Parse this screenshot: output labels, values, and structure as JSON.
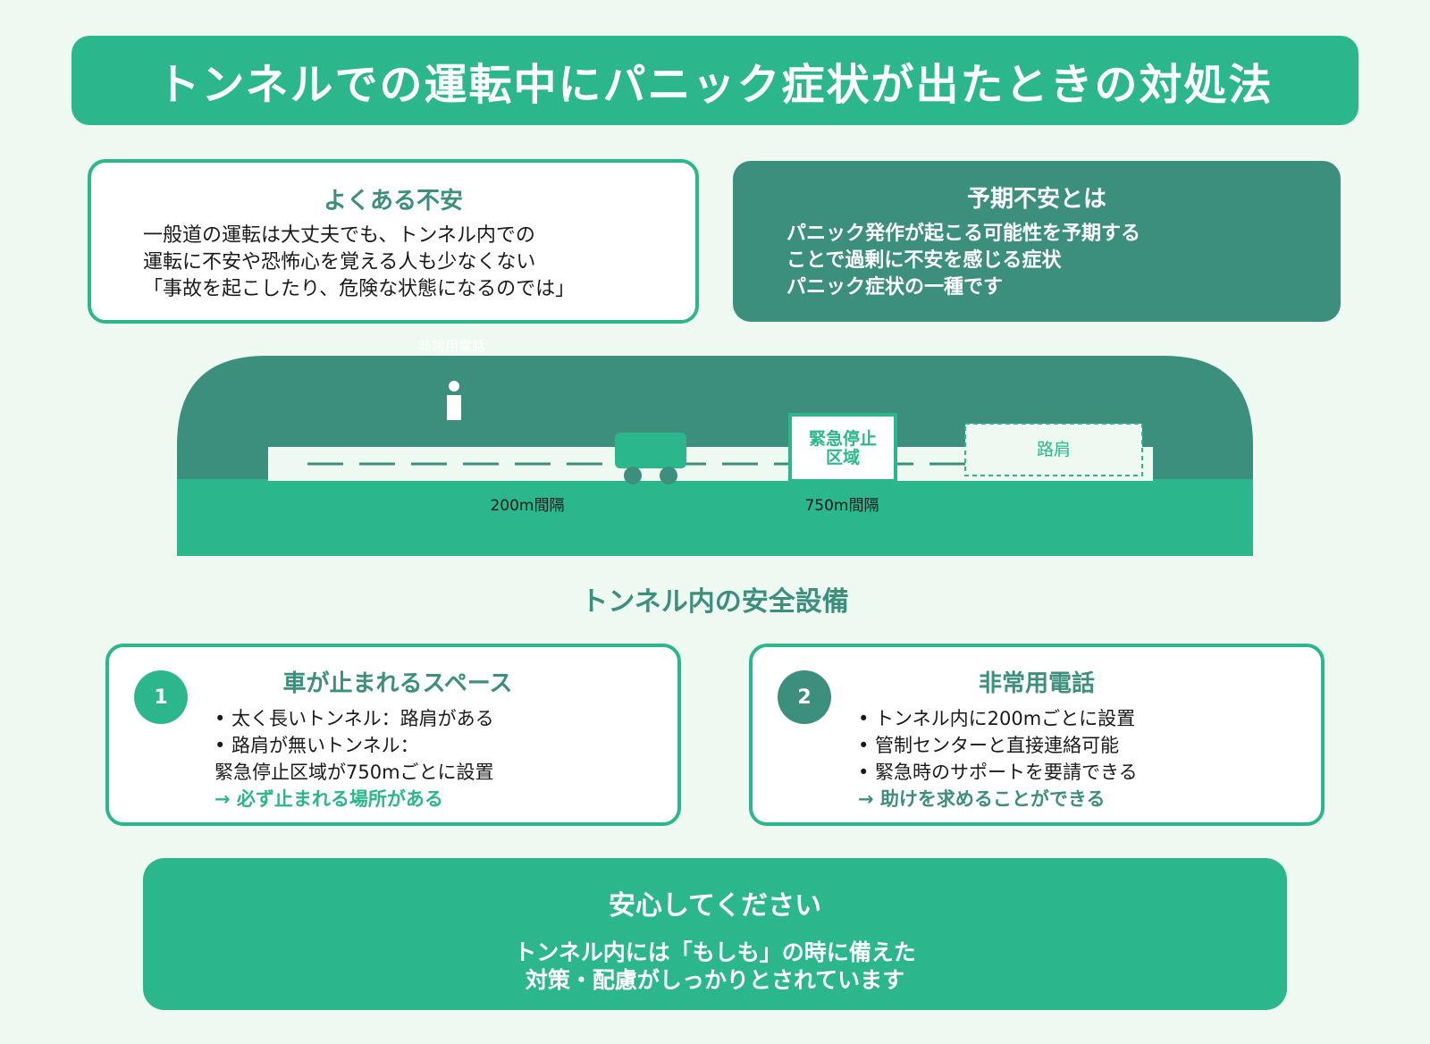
{
  "title": "トンネルでの運転中にパニック症状が出たときの対処法",
  "anxiety": {
    "heading": "よくある不安",
    "lines": [
      "一般道の運転は大丈夫でも、トンネル内での",
      "運転に不安や恐怖心を覚える人も少なくない",
      "「事故を起こしたり、危険な状態になるのでは」"
    ]
  },
  "anticipatory": {
    "heading": "予期不安とは",
    "lines": [
      "パニック発作が起こる可能性を予期する",
      "ことで過剰に不安を感じる症状",
      "パニック症状の一種です"
    ]
  },
  "tunnel": {
    "phone_label": "非常用電話",
    "interval_200": "200m間隔",
    "interval_750": "750m間隔",
    "emergency_zone": [
      "緊急停止",
      "区域"
    ],
    "shoulder": "路肩"
  },
  "section_title": "トンネル内の安全設備",
  "features": [
    {
      "number": "1",
      "heading": "車が止まれるスペース",
      "items": [
        "• 太く長いトンネル：路肩がある",
        "• 路肩が無いトンネル：",
        "緊急停止区域が750mごとに設置"
      ],
      "conclusion": "→ 必ず止まれる場所がある"
    },
    {
      "number": "2",
      "heading": "非常用電話",
      "items": [
        "• トンネル内に200mごとに設置",
        "• 管制センターと直接連絡可能",
        "• 緊急時のサポートを要請できる"
      ],
      "conclusion": "→ 助けを求めることができる"
    }
  ],
  "reassure": {
    "heading": "安心してください",
    "lines": [
      "トンネル内には「もしも」の時に備えた",
      "対策・配慮がしっかりとされています"
    ]
  },
  "colors": {
    "primary": "#2bb78b",
    "dark": "#3d8f7d",
    "background": "#eefaf1",
    "road": "#eefaf1"
  }
}
